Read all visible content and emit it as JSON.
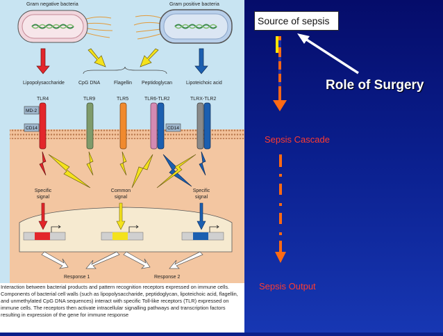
{
  "figure": {
    "bacteria_left": "Gram negative bacteria",
    "bacteria_right": "Gram positive bacteria",
    "ligands": [
      "Lipopolysaccharide",
      "CpG DNA",
      "Flagellin",
      "Peptidoglycan",
      "Lipoteichoic acid"
    ],
    "receptors": [
      "TLR4",
      "TLR9",
      "TLR5",
      "TLR6-TLR2",
      "TLRX-TLR2"
    ],
    "md2": "MD-2",
    "cd14": "CD14",
    "signals": {
      "specific_left": [
        "Specific",
        "signal"
      ],
      "common": [
        "Common",
        "signal"
      ],
      "specific_right": [
        "Specific",
        "signal"
      ]
    },
    "responses": [
      "Response 1",
      "Response 2"
    ],
    "caption": "Interaction between bacterial products and pattern recognition receptors expressed on immune cells. Components of bacterial cell walls (such as lipopolysaccharide, peptidoglycan, lipoteichoic acid, flagellin, and unmethylated CpG DNA sequences) interact with specific Toll-like receptors (TLR) expressed on immune cells. The receptors then activate intracellular signalling pathways and transcription factors resulting in expression of the gene for immune response"
  },
  "slide": {
    "source_label": "Source of sepsis",
    "role_label": "Role of Surgery",
    "cascade_label": "Sepsis Cascade",
    "output_label": "Sepsis Output"
  },
  "colors": {
    "red": "#e3262b",
    "yellow": "#f4e21c",
    "blue": "#1c5fb0",
    "orange_arrow": "#ff6a13",
    "green_receptor": "#7f9b6b",
    "orange_receptor": "#f08a2e",
    "pink_receptor": "#d48ab2",
    "gray_receptor": "#8a8a8a",
    "membrane": "#efb98d",
    "nucleus": "#f6ead0"
  }
}
